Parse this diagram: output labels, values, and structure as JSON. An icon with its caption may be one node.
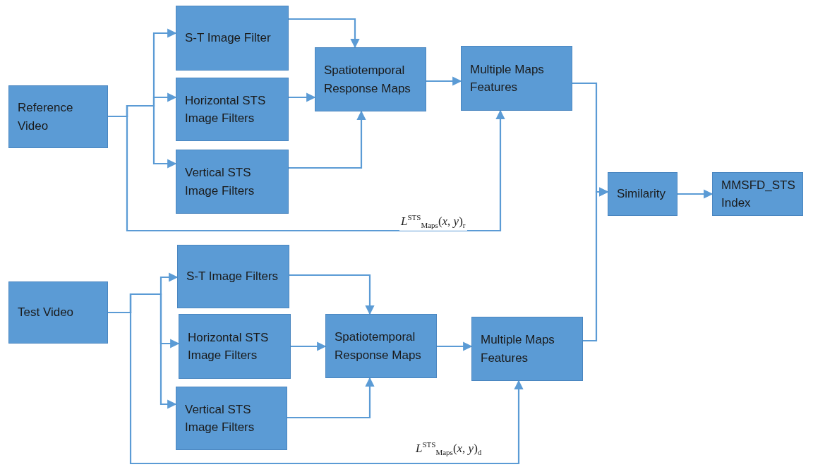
{
  "diagram": {
    "nodes": [
      {
        "text": [
          "Reference Video"
        ]
      },
      {
        "text": [
          "S-T Image Filter"
        ]
      },
      {
        "text": [
          "Horizontal STS Image Filters"
        ]
      },
      {
        "text": [
          "Vertical STS Image Filters"
        ]
      },
      {
        "text": [
          "Spatiotemporal Response Maps"
        ]
      },
      {
        "text": [
          "Multiple Maps Features"
        ]
      },
      {
        "text": [
          "Similarity"
        ]
      },
      {
        "text": [
          "MMSFD_STS Index"
        ]
      },
      {
        "text": [
          "Test Video"
        ]
      },
      {
        "text": [
          "S-T Image Filters"
        ]
      },
      {
        "text": [
          "Horizontal STS Image Filters"
        ]
      },
      {
        "text": [
          "Vertical STS Image Filters"
        ]
      },
      {
        "text": [
          "Spatiotemporal Response Maps"
        ]
      },
      {
        "text": [
          "Multiple Maps Features"
        ]
      }
    ],
    "edges": [
      {
        "from": 0,
        "to": 1,
        "arrow": "to"
      },
      {
        "from": 0,
        "to": 2,
        "arrow": "to"
      },
      {
        "from": 0,
        "to": 3,
        "arrow": "to"
      },
      {
        "from": 0,
        "to": 5,
        "arrow": "to",
        "label": "*L*$^{STS}$$_{Maps}$(*x*, *y*)$_{r}$"
      },
      {
        "from": 1,
        "to": 4,
        "arrow": "to"
      },
      {
        "from": 2,
        "to": 4,
        "arrow": "to"
      },
      {
        "from": 3,
        "to": 4,
        "arrow": "to"
      },
      {
        "from": 4,
        "to": 5,
        "arrow": "to"
      },
      {
        "from": 5,
        "to": 6,
        "arrow": "to"
      },
      {
        "from": 6,
        "to": 7,
        "arrow": "to"
      },
      {
        "from": 8,
        "to": 9,
        "arrow": "to"
      },
      {
        "from": 8,
        "to": 10,
        "arrow": "to"
      },
      {
        "from": 8,
        "to": 11,
        "arrow": "to"
      },
      {
        "from": 8,
        "to": 13,
        "arrow": "to",
        "label": "*L*$^{STS}$$_{Maps}$(*x*, *y*)$_{d}$"
      },
      {
        "from": 9,
        "to": 12,
        "arrow": "to"
      },
      {
        "from": 10,
        "to": 12,
        "arrow": "to"
      },
      {
        "from": 11,
        "to": 12,
        "arrow": "to"
      },
      {
        "from": 12,
        "to": 13,
        "arrow": "to"
      },
      {
        "from": 13,
        "to": 6,
        "arrow": "to"
      }
    ]
  }
}
